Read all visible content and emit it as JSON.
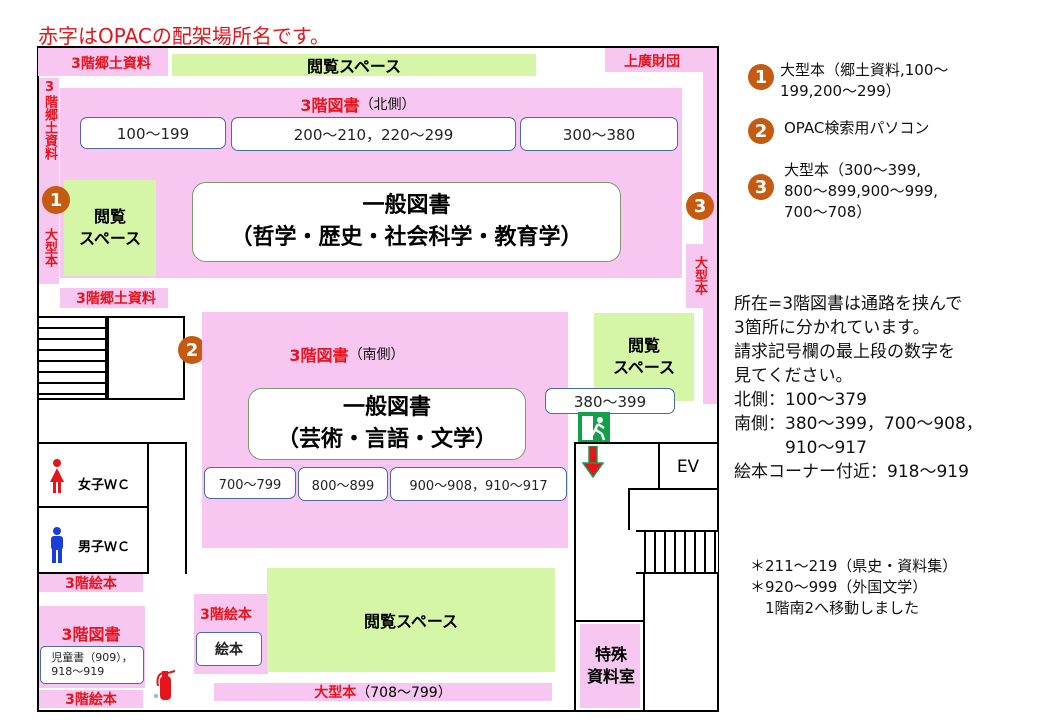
{
  "header": {
    "title": "赤字はOPACの配架場所名です。"
  },
  "map": {
    "top_left_label": "3階郷土資料",
    "top_reading": "閲覧スペース",
    "top_right_label": "上廣財団",
    "left_vertical_1": "3階郷土資料",
    "left_vertical_2": "大型本",
    "left_reading": "閲覧\nスペース",
    "left_bottom_label": "3階郷土資料",
    "north_label": "3階図書",
    "north_suffix": "（北側）",
    "north_shelves": [
      "100〜199",
      "200〜210，220〜299",
      "300〜380"
    ],
    "north_main_line1": "一般図書",
    "north_main_line2": "（哲学・歴史・社会科学・教育学）",
    "right_vertical": "大型本",
    "south_label": "3階図書",
    "south_suffix": "（南側）",
    "south_main_line1": "一般図書",
    "south_main_line2": "（芸術・言語・文学）",
    "south_shelves": [
      "700〜799",
      "800〜899",
      "900〜908，910〜917"
    ],
    "mid_right_reading": "閲覧\nスペース",
    "small_shelf": "380〜399",
    "ev": "EV",
    "women_wc": "女子ＷＣ",
    "men_wc": "男子ＷＣ",
    "ehon_label_1": "3階絵本",
    "ehon_label_2": "3階絵本",
    "ehon_label_3": "3階絵本",
    "children_label": "3階図書",
    "children_box": "児童書（909），\n918〜919",
    "ehon_box": "絵本",
    "bottom_reading": "閲覧スペース",
    "bottom_oversize_label": "大型本",
    "bottom_oversize_suffix": "（708〜799）",
    "special_room": "特殊\n資料室",
    "badges": [
      "1",
      "2",
      "3"
    ]
  },
  "legend": [
    {
      "num": "1",
      "text": "大型本（郷土資料,100〜\n199,200〜299）"
    },
    {
      "num": "2",
      "text": "OPAC検索用パソコン"
    },
    {
      "num": "3",
      "text": "大型本（300〜399,\n800〜899,900〜999,\n700〜708）"
    }
  ],
  "info": {
    "text": "所在=3階図書は通路を挟んで\n3箇所に分かれています。\n請求記号欄の最上段の数字を\n見てください。\n北側：100〜379\n南側：380〜399，700〜908，\n　　　910〜917\n絵本コーナー付近：918〜919"
  },
  "note": {
    "text": "＊211〜219（県史・資料集）\n＊920〜999（外国文学）\n　1階南2へ移動しました"
  },
  "colors": {
    "accent_red": "#e8141c",
    "badge": "#c55a11",
    "pink": "#f7c6f1",
    "green": "#d4f6a6"
  },
  "icons": [
    "female-icon",
    "male-icon",
    "fire-extinguisher-icon",
    "emergency-exit-icon",
    "arrow-down-icon"
  ]
}
